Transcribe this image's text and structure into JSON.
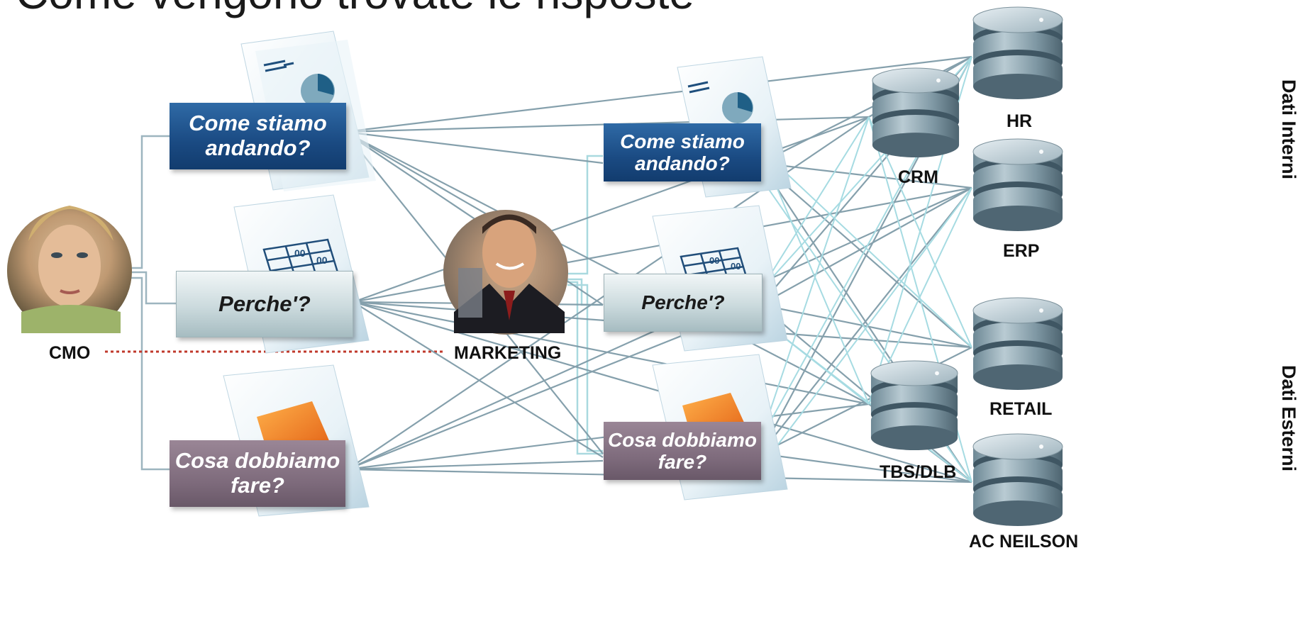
{
  "title": "Come vengono trovate le risposte",
  "people": {
    "cmo": {
      "label": "CMO"
    },
    "marketing": {
      "label": "MARKETING"
    }
  },
  "questions": {
    "cmo": {
      "how": "Come stiamo andando?",
      "why": "Perche'?",
      "what": "Cosa dobbiamo fare?"
    },
    "marketing": {
      "how": "Come stiamo andando?",
      "why": "Perche'?",
      "what": "Cosa dobbiamo fare?"
    }
  },
  "databases": {
    "hr": "HR",
    "crm": "CRM",
    "erp": "ERP",
    "retail": "RETAIL",
    "tbs": "TBS/DLB",
    "ac": "AC NEILSON"
  },
  "groups": {
    "internal": "Dati Interni",
    "external": "Dati Esterni"
  },
  "colors": {
    "blue": "#1a4a82",
    "gray": "#c7d7da",
    "mauve": "#7d6a7b",
    "link_dark": "#7f9aa6",
    "link_light": "#9fd4dc",
    "dotted": "#c0392b"
  }
}
